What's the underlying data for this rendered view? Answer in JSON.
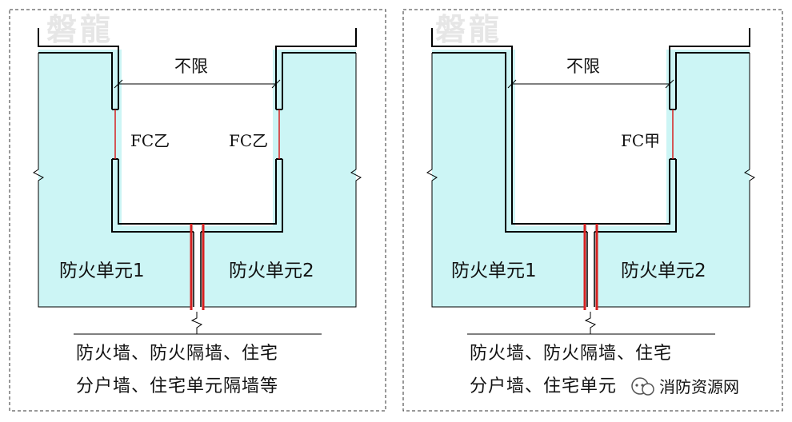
{
  "watermark": "磐龍",
  "dimension_label": "不限",
  "panels": [
    {
      "doors": [
        "FC乙",
        "FC乙"
      ],
      "unit_left": "防火单元1",
      "unit_right": "防火单元2",
      "wall_line1": "防火墙、防火隔墙、住宅",
      "wall_line2": "分户墙、住宅单元隔墙等"
    },
    {
      "doors": [
        "FC甲"
      ],
      "unit_left": "防火单元1",
      "unit_right": "防火单元2",
      "wall_line1": "防火墙、防火隔墙、住宅",
      "wall_line2": "分户墙、住宅单元"
    }
  ],
  "credit": "消防资源网",
  "colors": {
    "fill": "#ccf5f5",
    "wall": "#000000",
    "firewall": "#d62020"
  }
}
